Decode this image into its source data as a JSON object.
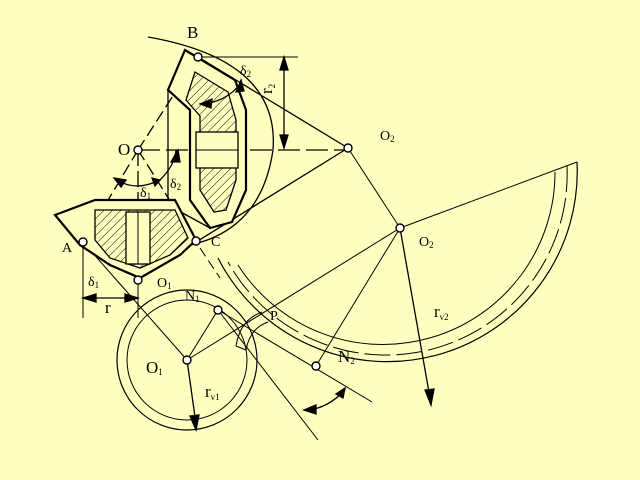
{
  "diagram": {
    "background": "#ffffc0",
    "stroke": "#000000",
    "labels": {
      "B": "B",
      "O": "O",
      "A": "A",
      "C": "C",
      "O2_top": "O",
      "O2_top_sub": "2",
      "O2_mid": "O",
      "O2_mid_sub": "2",
      "O1_small": "O",
      "O1_small_sub": "1",
      "N1": "N",
      "N1_sub": "1",
      "P": "P",
      "O1": "O",
      "O1_sub": "1",
      "N2": "N",
      "N2_sub": "2",
      "r_v1": "r",
      "r_v1_sub": "v1",
      "r_v2": "r",
      "r_v2_sub": "v2",
      "r": "r",
      "r2": "r",
      "r2_sub": "2",
      "delta1_left": "δ",
      "delta1_left_sub": "1",
      "delta1_mid": "δ",
      "delta1_mid_sub": "1",
      "delta2_top": "δ",
      "delta2_top_sub": "2",
      "delta2_mid": "δ",
      "delta2_mid_sub": "2"
    }
  }
}
